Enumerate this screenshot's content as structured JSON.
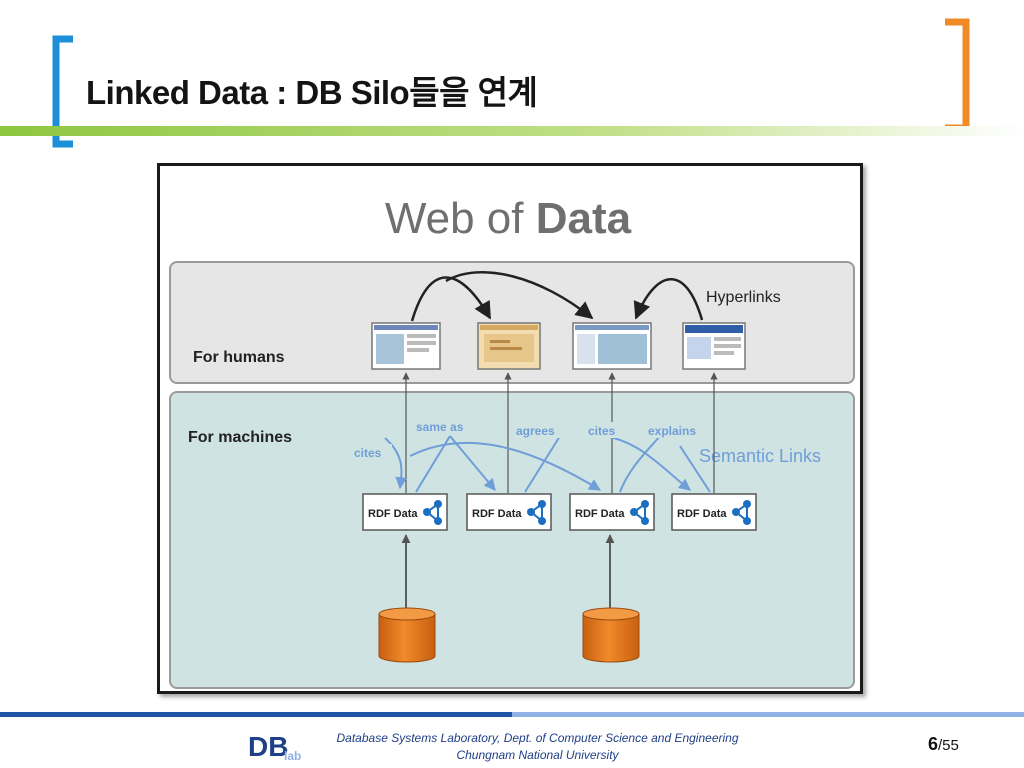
{
  "slide": {
    "title": "Linked Data : DB Silo들을 연계",
    "page_current": "6",
    "page_total": "/55"
  },
  "diagram": {
    "heading_light": "Web of ",
    "heading_bold": "Data",
    "humans_label": "For humans",
    "machines_label": "For machines",
    "hyperlinks_label": "Hyperlinks",
    "semantic_links_label": "Semantic Links",
    "rdf_label": "RDF Data",
    "relations": {
      "cites_left": "cites",
      "same_as": "same as",
      "agrees": "agrees",
      "cites_mid": "cites",
      "explains": "explains"
    }
  },
  "footer": {
    "line1": "Database Systems Laboratory, Dept. of Computer Science and Engineering",
    "line2": "Chungnam National University",
    "logo_text": "DB",
    "logo_sub": "lab"
  },
  "colors": {
    "title_bracket_left": "#1c8fd8",
    "title_bracket_right": "#f08a24",
    "title_underline": "#8dc63f",
    "footer_bar_dark": "#1e56a5",
    "footer_bar_light": "#8fb3e6",
    "semantic_blue": "#6f9ed8",
    "machines_panel": "#cfe3e3",
    "humans_panel": "#e6e6e6",
    "database": "#e87a1e"
  },
  "icons": [
    "left-bracket-icon",
    "right-bracket-icon",
    "share-nodes-icon",
    "database-icon",
    "webpage-thumbnail-icon",
    "dblab-logo-icon"
  ]
}
